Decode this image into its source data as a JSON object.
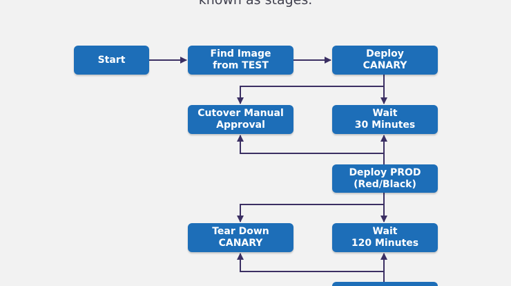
{
  "caption": "known as stages.",
  "colors": {
    "node_fill": "#1d6eb8",
    "node_text": "#ffffff",
    "connector": "#3b2f63",
    "background": "#f2f2f2"
  },
  "nodes": {
    "start": {
      "line1": "Start"
    },
    "find_image": {
      "line1": "Find Image",
      "line2": "from TEST"
    },
    "deploy_canary": {
      "line1": "Deploy",
      "line2": "CANARY"
    },
    "cutover_approval": {
      "line1": "Cutover Manual",
      "line2": "Approval"
    },
    "wait_30": {
      "line1": "Wait",
      "line2": "30 Minutes"
    },
    "deploy_prod": {
      "line1": "Deploy PROD",
      "line2": "(Red/Black)"
    },
    "tear_down_canary": {
      "line1": "Tear Down",
      "line2": "CANARY"
    },
    "wait_120": {
      "line1": "Wait",
      "line2": "120 Minutes"
    }
  }
}
